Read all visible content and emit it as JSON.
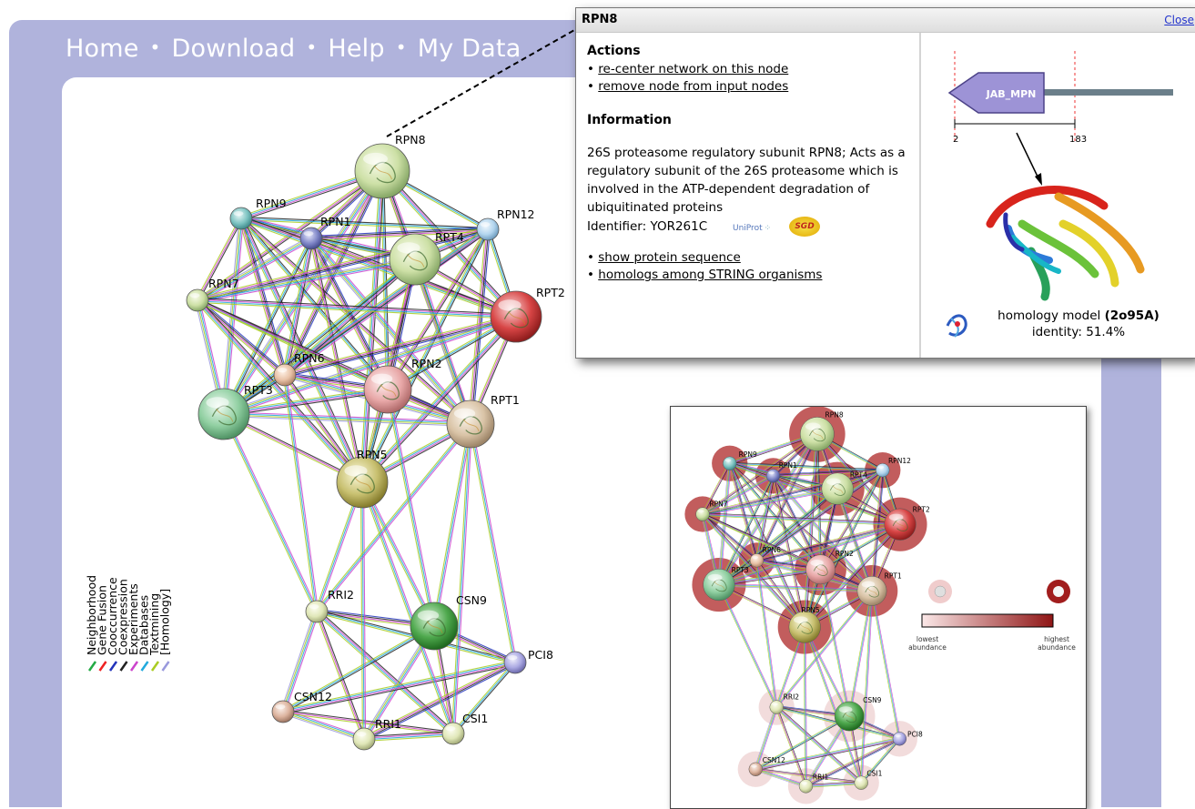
{
  "nav": {
    "items": [
      "Home",
      "Download",
      "Help",
      "My Data"
    ],
    "separator": "•"
  },
  "main_network": {
    "nodes": [
      "RPN8",
      "RPN9",
      "RPN1",
      "RPN12",
      "RPT4",
      "RPN7",
      "RPT2",
      "RPN6",
      "RPN2",
      "RPT3",
      "RPT1",
      "RPN5",
      "RRI2",
      "CSN9",
      "PCI8",
      "CSN12",
      "RRI1",
      "CSI1"
    ]
  },
  "legend": {
    "items": [
      {
        "label": "Neighborhood",
        "color": "#22aa44"
      },
      {
        "label": "Gene Fusion",
        "color": "#ee2222"
      },
      {
        "label": "Cooccurrence",
        "color": "#2233bb"
      },
      {
        "label": "Coexpression",
        "color": "#222222"
      },
      {
        "label": "Experiments",
        "color": "#cc44cc"
      },
      {
        "label": "Databases",
        "color": "#22aadd"
      },
      {
        "label": "Textmining",
        "color": "#aacc22"
      },
      {
        "label": "[Homology]",
        "color": "#9999dd"
      }
    ]
  },
  "popup": {
    "title": "RPN8",
    "close_label": "Close",
    "actions_heading": "Actions",
    "actions": [
      "re-center network on this node",
      "remove node from input nodes"
    ],
    "information_heading": "Information",
    "description": "26S proteasome regulatory subunit RPN8; Acts as a regulatory subunit of the 26S proteasome which is involved in the ATP-dependent degradation of ubiquitinated proteins",
    "identifier_label": "Identifier:",
    "identifier_value": "YOR261C",
    "uniprot_logo": "UniProt",
    "sgd_logo": "SGD",
    "extra_links": [
      "show protein sequence",
      "homologs among STRING organisms"
    ],
    "domain_label": "JAB_MPN",
    "domain_start": "2",
    "domain_end": "183",
    "homology_model_text": "homology model",
    "homology_model_id": "(2o95A)",
    "identity_text": "identity: 51.4%"
  },
  "inset": {
    "nodes": [
      "RPN8",
      "RPN9",
      "RPN1",
      "RPN12",
      "RPT4",
      "RPN7",
      "RPT2",
      "RPN6",
      "RPN2",
      "RPT3",
      "RPT1",
      "RPN5",
      "RRI2",
      "CSN9",
      "PCI8",
      "CSN12",
      "RRI1",
      "CSI1"
    ],
    "scale_low": "lowest abundance",
    "scale_high": "highest abundance",
    "scale_low_color": "#f7e0e0",
    "scale_high_color": "#8b1a1a"
  }
}
